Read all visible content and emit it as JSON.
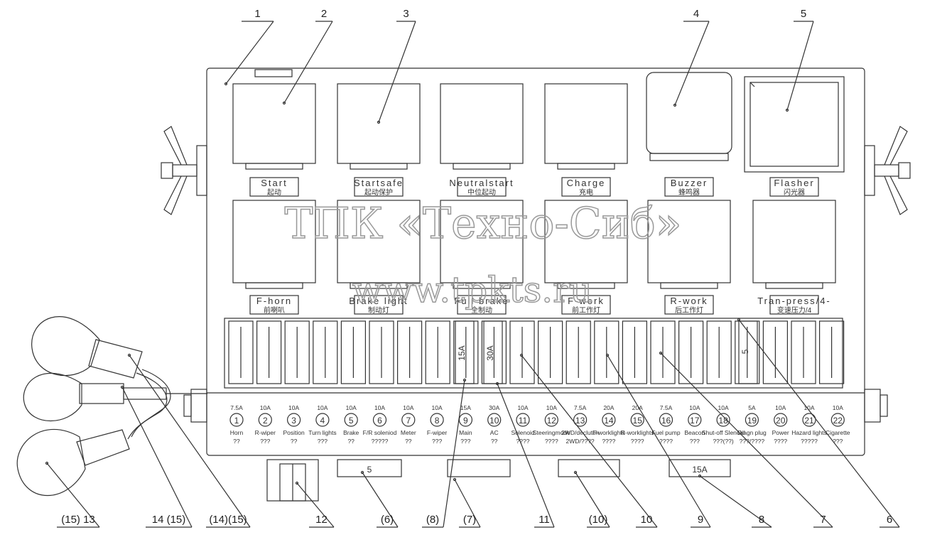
{
  "callouts_top": [
    "1",
    "2",
    "3",
    "4",
    "5"
  ],
  "callouts_bottom": [
    "(15) 13",
    "14 (15)",
    "(14)(15)",
    "12",
    "(6)",
    "(8)",
    "(7)",
    "11",
    "(10)",
    "10",
    "9",
    "8",
    "7",
    "6"
  ],
  "relays_top": [
    {
      "en": "Start",
      "zh": "起动"
    },
    {
      "en": "Startsafe",
      "zh": "起动保护"
    },
    {
      "en": "Neutralstart",
      "zh": "中位起动"
    },
    {
      "en": "Charge",
      "zh": "充电"
    },
    {
      "en": "Buzzer",
      "zh": "蜂鸣器"
    },
    {
      "en": "Flasher",
      "zh": "闪光器"
    }
  ],
  "relays_bottom": [
    {
      "en": "F-horn",
      "zh": "前喇叭"
    },
    {
      "en": "Brake light",
      "zh": "制动灯"
    },
    {
      "en": "Full brake",
      "zh": "全制动"
    },
    {
      "en": "F-work",
      "zh": "前工作灯"
    },
    {
      "en": "R-work",
      "zh": "后工作灯"
    },
    {
      "en": "Tran-press/4-",
      "zh": "变速压力/4"
    }
  ],
  "fuse_slot_labels": [
    "15A",
    "30A",
    "5"
  ],
  "fuses": [
    {
      "num": "1",
      "amp": "7.5A",
      "name": "Horn",
      "zh": "??"
    },
    {
      "num": "2",
      "amp": "10A",
      "name": "R-wiper",
      "zh": "???"
    },
    {
      "num": "3",
      "amp": "10A",
      "name": "Position",
      "zh": "??"
    },
    {
      "num": "4",
      "amp": "10A",
      "name": "Turn lights",
      "zh": "???"
    },
    {
      "num": "5",
      "amp": "10A",
      "name": "Brake",
      "zh": "??"
    },
    {
      "num": "6",
      "amp": "10A",
      "name": "F/R soleniod",
      "zh": "?????"
    },
    {
      "num": "7",
      "amp": "10A",
      "name": "Meter",
      "zh": "??"
    },
    {
      "num": "8",
      "amp": "10A",
      "name": "F-wiper",
      "zh": "???"
    },
    {
      "num": "9",
      "amp": "15A",
      "name": "Main",
      "zh": "???"
    },
    {
      "num": "10",
      "amp": "30A",
      "name": "AC",
      "zh": "??"
    },
    {
      "num": "11",
      "amp": "10A",
      "name": "Solenoid",
      "zh": "????"
    },
    {
      "num": "12",
      "amp": "10A",
      "name": "Steeringmode",
      "zh": "????"
    },
    {
      "num": "13",
      "amp": "7.5A",
      "name": "2WD/declutch",
      "zh": "2WD/????"
    },
    {
      "num": "14",
      "amp": "20A",
      "name": "F-worklights",
      "zh": "????"
    },
    {
      "num": "15",
      "amp": "20A",
      "name": "R-worklights",
      "zh": "????"
    },
    {
      "num": "16",
      "amp": "7.5A",
      "name": "Fuel pump",
      "zh": "????"
    },
    {
      "num": "17",
      "amp": "10A",
      "name": "Beacon",
      "zh": "???"
    },
    {
      "num": "18",
      "amp": "10A",
      "name": "Shut-off Slenoid",
      "zh": "???(??)"
    },
    {
      "num": "19",
      "amp": "5A",
      "name": "Diagn plug",
      "zh": "???/????"
    },
    {
      "num": "20",
      "amp": "10A",
      "name": "Power",
      "zh": "????"
    },
    {
      "num": "21",
      "amp": "10A",
      "name": "Hazard lights",
      "zh": "?????"
    },
    {
      "num": "22",
      "amp": "10A",
      "name": "Cigarette",
      "zh": "???"
    }
  ],
  "spare_fuses": [
    "5",
    "",
    "",
    "15A"
  ],
  "watermark": {
    "line1": "ТПК «Техно-Сиб»",
    "line2": "www.tpkts.ru"
  }
}
